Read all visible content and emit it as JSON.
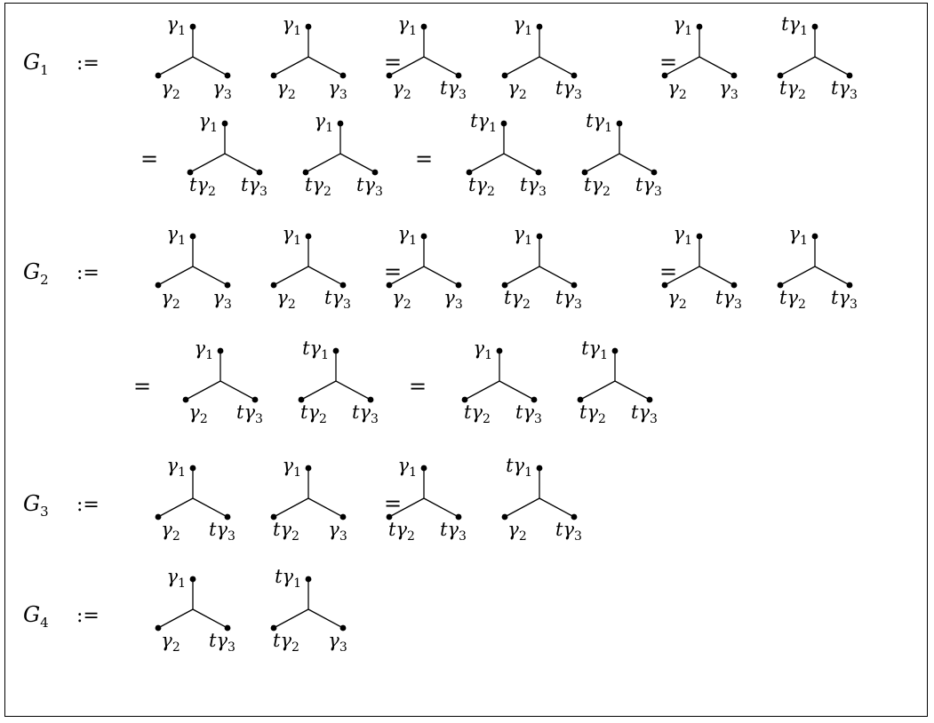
{
  "symbols": {
    "define": ":=",
    "equals": "="
  },
  "rows": [
    {
      "name": "G",
      "index": "1",
      "groups": [
        [
          {
            "top": [
              "",
              "1"
            ],
            "left": [
              "",
              "2"
            ],
            "right": [
              "",
              "3"
            ]
          },
          {
            "top": [
              "",
              "1"
            ],
            "left": [
              "",
              "2"
            ],
            "right": [
              "",
              "3"
            ]
          }
        ],
        [
          {
            "top": [
              "",
              "1"
            ],
            "left": [
              "",
              "2"
            ],
            "right": [
              "t",
              "3"
            ]
          },
          {
            "top": [
              "",
              "1"
            ],
            "left": [
              "",
              "2"
            ],
            "right": [
              "t",
              "3"
            ]
          }
        ],
        [
          {
            "top": [
              "",
              "1"
            ],
            "left": [
              "",
              "2"
            ],
            "right": [
              "",
              "3"
            ]
          },
          {
            "top": [
              "t",
              "1"
            ],
            "left": [
              "t",
              "2"
            ],
            "right": [
              "t",
              "3"
            ]
          }
        ]
      ]
    },
    {
      "name": "",
      "index": "",
      "groups": [
        [
          {
            "top": [
              "",
              "1"
            ],
            "left": [
              "t",
              "2"
            ],
            "right": [
              "t",
              "3"
            ]
          },
          {
            "top": [
              "",
              "1"
            ],
            "left": [
              "t",
              "2"
            ],
            "right": [
              "t",
              "3"
            ]
          }
        ],
        [
          {
            "top": [
              "t",
              "1"
            ],
            "left": [
              "t",
              "2"
            ],
            "right": [
              "t",
              "3"
            ]
          },
          {
            "top": [
              "t",
              "1"
            ],
            "left": [
              "t",
              "2"
            ],
            "right": [
              "t",
              "3"
            ]
          }
        ]
      ]
    },
    {
      "name": "G",
      "index": "2",
      "groups": [
        [
          {
            "top": [
              "",
              "1"
            ],
            "left": [
              "",
              "2"
            ],
            "right": [
              "",
              "3"
            ]
          },
          {
            "top": [
              "",
              "1"
            ],
            "left": [
              "",
              "2"
            ],
            "right": [
              "t",
              "3"
            ]
          }
        ],
        [
          {
            "top": [
              "",
              "1"
            ],
            "left": [
              "",
              "2"
            ],
            "right": [
              "",
              "3"
            ]
          },
          {
            "top": [
              "",
              "1"
            ],
            "left": [
              "t",
              "2"
            ],
            "right": [
              "t",
              "3"
            ]
          }
        ],
        [
          {
            "top": [
              "",
              "1"
            ],
            "left": [
              "",
              "2"
            ],
            "right": [
              "t",
              "3"
            ]
          },
          {
            "top": [
              "",
              "1"
            ],
            "left": [
              "t",
              "2"
            ],
            "right": [
              "t",
              "3"
            ]
          }
        ]
      ]
    },
    {
      "name": "",
      "index": "",
      "groups": [
        [
          {
            "top": [
              "",
              "1"
            ],
            "left": [
              "",
              "2"
            ],
            "right": [
              "t",
              "3"
            ]
          },
          {
            "top": [
              "t",
              "1"
            ],
            "left": [
              "t",
              "2"
            ],
            "right": [
              "t",
              "3"
            ]
          }
        ],
        [
          {
            "top": [
              "",
              "1"
            ],
            "left": [
              "t",
              "2"
            ],
            "right": [
              "t",
              "3"
            ]
          },
          {
            "top": [
              "t",
              "1"
            ],
            "left": [
              "t",
              "2"
            ],
            "right": [
              "t",
              "3"
            ]
          }
        ]
      ]
    },
    {
      "name": "G",
      "index": "3",
      "groups": [
        [
          {
            "top": [
              "",
              "1"
            ],
            "left": [
              "",
              "2"
            ],
            "right": [
              "t",
              "3"
            ]
          },
          {
            "top": [
              "",
              "1"
            ],
            "left": [
              "t",
              "2"
            ],
            "right": [
              "",
              "3"
            ]
          }
        ],
        [
          {
            "top": [
              "",
              "1"
            ],
            "left": [
              "t",
              "2"
            ],
            "right": [
              "t",
              "3"
            ]
          },
          {
            "top": [
              "t",
              "1"
            ],
            "left": [
              "",
              "2"
            ],
            "right": [
              "t",
              "3"
            ]
          }
        ]
      ]
    },
    {
      "name": "G",
      "index": "4",
      "groups": [
        [
          {
            "top": [
              "",
              "1"
            ],
            "left": [
              "",
              "2"
            ],
            "right": [
              "t",
              "3"
            ]
          },
          {
            "top": [
              "t",
              "1"
            ],
            "left": [
              "t",
              "2"
            ],
            "right": [
              "",
              "3"
            ]
          }
        ]
      ]
    }
  ]
}
